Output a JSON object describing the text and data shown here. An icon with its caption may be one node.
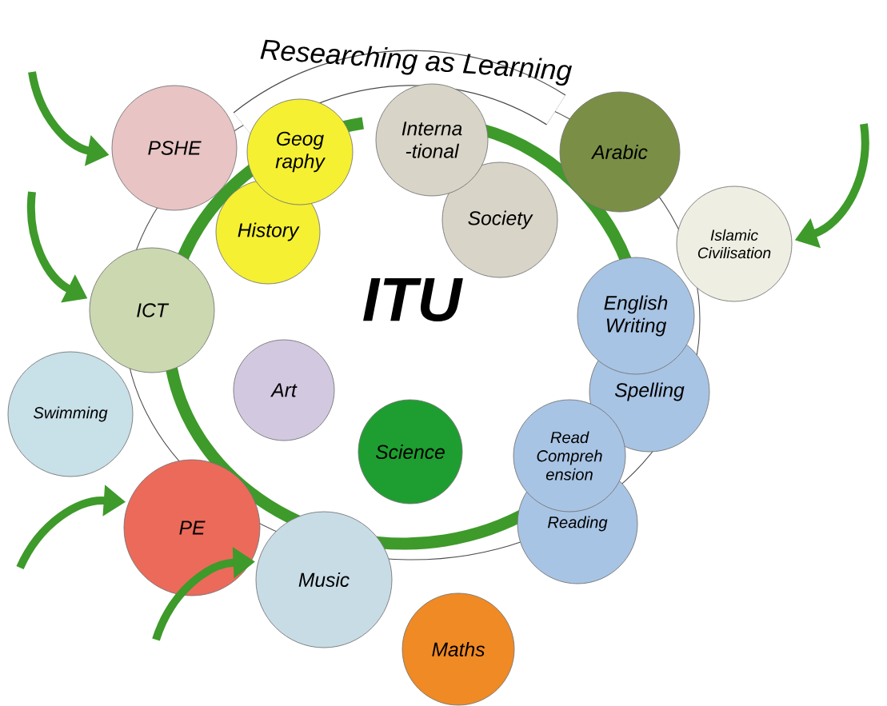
{
  "diagram": {
    "nodes": [
      {
        "text": [
          "PSHE"
        ]
      },
      {
        "text": [
          "Geog raphy"
        ]
      },
      {
        "text": [
          "Interna -tional"
        ]
      },
      {
        "text": [
          "Arabic"
        ]
      },
      {
        "text": [
          "History"
        ]
      },
      {
        "text": [
          "Society"
        ]
      },
      {
        "text": [
          "Islamic Civilisation"
        ]
      },
      {
        "text": [
          "ICT"
        ]
      },
      {
        "text": [
          "English Writing"
        ]
      },
      {
        "text": [
          "Art"
        ]
      },
      {
        "text": [
          "Spelling"
        ]
      },
      {
        "text": [
          "Swimming"
        ]
      },
      {
        "text": [
          "Science"
        ]
      },
      {
        "text": [
          "Read Compreh ension"
        ]
      },
      {
        "text": [
          "PE"
        ]
      },
      {
        "text": [
          "Reading"
        ]
      },
      {
        "text": [
          "Music"
        ]
      },
      {
        "text": [
          "Maths"
        ]
      }
    ],
    "edges": [
      {
        "from": null,
        "to": 0,
        "arrow": "to"
      },
      {
        "from": null,
        "to": 7,
        "arrow": "to"
      },
      {
        "from": null,
        "to": 14,
        "arrow": "to"
      },
      {
        "from": null,
        "to": 16,
        "arrow": "to"
      },
      {
        "from": null,
        "to": 6,
        "arrow": "to"
      }
    ],
    "labels": [
      "Researching as Learning",
      "ITU"
    ]
  }
}
